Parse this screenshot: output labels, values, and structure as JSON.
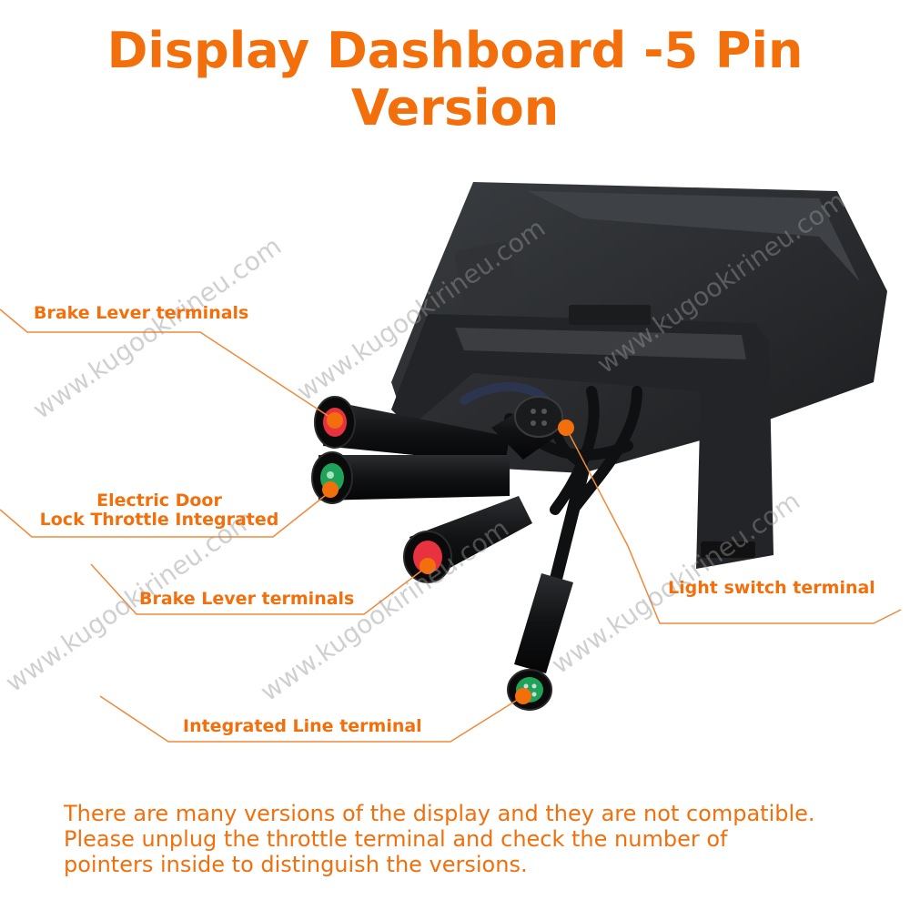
{
  "title": "Display Dashboard -5 Pin Version",
  "colors": {
    "accent": "#f36f0c",
    "line": "#f08a3a",
    "connector_red": "#e8323f",
    "connector_green": "#1fa35a",
    "device": "#2b2d30",
    "cable": "#111214"
  },
  "labels": {
    "brake_top": "Brake Lever terminals",
    "electric_door_1": "Electric Door",
    "electric_door_2": "Lock Throttle Integrated",
    "brake_bottom": "Brake Lever terminals",
    "integrated_line": "Integrated Line terminal",
    "light_switch": "Light switch terminal"
  },
  "note": {
    "line1": "There are many versions of the display and they are not compatible.",
    "line2": "Please unplug the throttle terminal and check the number of",
    "line3": "pointers inside to distinguish the versions."
  },
  "watermark": "www.kugookirineu.com"
}
